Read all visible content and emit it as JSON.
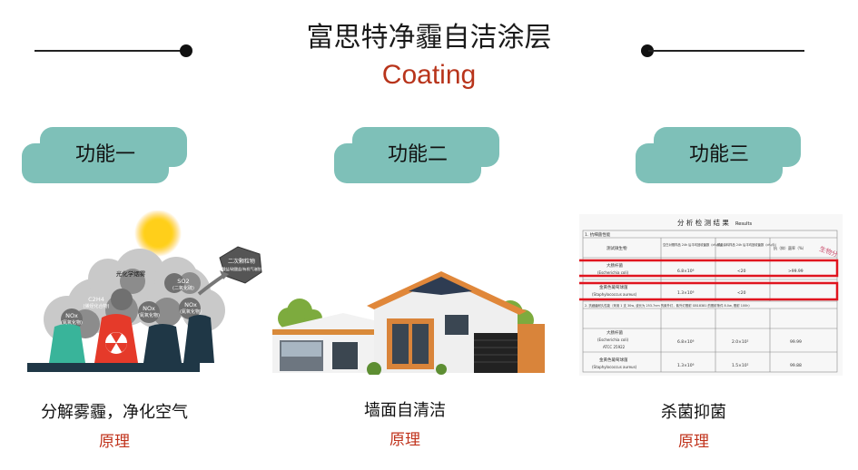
{
  "header": {
    "title": "富思特净霾自洁涂层",
    "subtitle": "Coating"
  },
  "features": [
    {
      "badge": "功能一",
      "caption": "分解雾霾，净化空气",
      "link": "原理",
      "image_labels": [
        "光化学烟雾",
        "C2H4",
        "(烯烃化合物)",
        "SO2",
        "(二氧化硫)",
        "NOx",
        "(氮氧化物)",
        "NOx",
        "(氮氧化物)",
        "NOx",
        "(氮氧化物)",
        "二次颗粒物",
        "(硝酸盐/硫酸盐/有机气溶胶等)"
      ]
    },
    {
      "badge": "功能二",
      "caption": "墙面自清洁",
      "link": "原理"
    },
    {
      "badge": "功能三",
      "caption": "杀菌抑菌",
      "link": "原理",
      "report": {
        "title": "分 析 检 测 结 果",
        "title_en": "Results",
        "sec1": "1. 抗细菌性能",
        "cols": [
          "测试微生物",
          "空白对照样品 24h 后平均回收菌数（cfu/片）",
          "抗菌涂料样品 24h 后平均回收菌数（cfu/片）",
          "抗（抑）菌率（%）"
        ],
        "rows1": [
          [
            "大肠杆菌",
            "(Escherichia coli)",
            "6.8×10⁶",
            "<20",
            ">99.99"
          ],
          [
            "金黄色葡萄球菌",
            "(Staphylococcus aureus)",
            "1.3×10⁶",
            "<20",
            ""
          ]
        ],
        "sec2": "2. 抗细菌耐久性能（采用 1 支 30w, 波长为 253.7nm 的紫外灯，紫外灯照射 GB18381 的照射条件 8.0w, 照射 100h）",
        "rows2": [
          [
            "大肠杆菌",
            "(Escherichia coli)",
            "ATCC 25922",
            "6.8×10⁶",
            "2.0×10²",
            "99.99"
          ],
          [
            "金黄色葡萄球菌",
            "(Staphylococcus aureus)",
            "",
            "1.3×10⁶",
            "1.5×10²",
            "99.88"
          ]
        ],
        "stamp": "生物分"
      }
    }
  ],
  "colors": {
    "badge": "#7ec0b8",
    "accent": "#c0321b",
    "highlight": "#e0141e"
  }
}
